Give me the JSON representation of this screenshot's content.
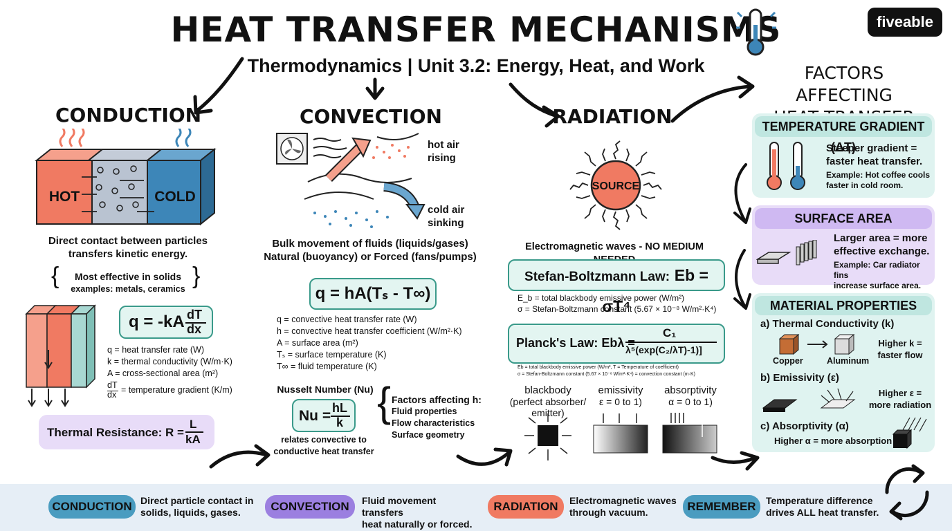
{
  "header": {
    "title": "HEAT TRANSFER MECHANISMS",
    "subtitle": "Thermodynamics | Unit 3.2: Energy, Heat, and Work",
    "logo": "fiveable"
  },
  "conduction": {
    "heading": "CONDUCTION",
    "hot_label": "HOT",
    "cold_label": "COLD",
    "desc": [
      "Direct contact between particles",
      "transfers kinetic energy."
    ],
    "note_main": "Most effective in solids",
    "note_sub": "examples: metals, ceramics",
    "formula": "q = -kA dT/dx",
    "formula_lhs": "q = -kA",
    "formula_num": "dT",
    "formula_den": "dx",
    "defs": [
      "q = heat transfer rate (W)",
      "k = thermal conductivity (W/m·K)",
      "A = cross-sectional area (m²)"
    ],
    "def_grad_num": "dT",
    "def_grad_den": "dx",
    "def_grad_text": "= temperature gradient (K/m)",
    "resistance_lhs": "Thermal Resistance: R =",
    "resistance_num": "L",
    "resistance_den": "kA"
  },
  "convection": {
    "heading": "CONVECTION",
    "hot_air": [
      "hot air",
      "rising"
    ],
    "cold_air": [
      "cold air",
      "sinking"
    ],
    "desc": [
      "Bulk movement of fluids (liquids/gases)",
      "Natural (buoyancy) or Forced (fans/pumps)"
    ],
    "formula": "q = hA(Tₛ - T∞)",
    "defs": [
      "q = convective heat transfer rate (W)",
      "h = convective heat transfer coefficient (W/m²·K)",
      "A = surface area (m²)",
      "Tₛ = surface temperature (K)",
      "T∞ = fluid temperature (K)"
    ],
    "nusselt_title": "Nusselt Number (Nu)",
    "nusselt_lhs": "Nu =",
    "nusselt_num": "hL",
    "nusselt_den": "k",
    "nusselt_desc": [
      "relates convective to",
      "conductive heat transfer"
    ],
    "factors_title": "Factors affecting h:",
    "factors": [
      "Fluid properties",
      "Flow characteristics",
      "Surface geometry"
    ]
  },
  "radiation": {
    "heading": "RADIATION",
    "source_label": "SOURCE",
    "desc": "Electromagnetic waves - NO MEDIUM NEEDED",
    "sb_law": "Stefan-Boltzmann Law: E_b = σT⁴",
    "sb_prefix": "Stefan-Boltzmann Law:",
    "sb_eq": "Eb = σT⁴",
    "sb_defs": [
      "E_b = total blackbody emissive power (W/m²)",
      "σ = Stefan-Boltzmann constant (5.67 × 10⁻⁸ W/m²·K⁴)"
    ],
    "planck_prefix": "Planck's Law: Ebλ =",
    "planck_num": "C₁",
    "planck_den": "λ⁵(exp(C₂/λT)-1)]",
    "planck_defs": [
      "Eb = total blackbody emissive power (W/m², T = Temperature of coefficient)",
      "σ = Stefan-Boltzmann constant (5.67 × 10⁻⁸ W/m²·K⁴) = convection constant (m·K)"
    ],
    "blackbody": [
      "blackbody",
      "(perfect absorber/",
      "emitter)"
    ],
    "emissivity": [
      "emissivity",
      "ε = 0 to 1)"
    ],
    "absorptivity": [
      "absorptivity",
      "α = 0 to 1)"
    ]
  },
  "factors": {
    "heading": [
      "FACTORS AFFECTING",
      "HEAT TRANSFER"
    ],
    "temperature_gradient": {
      "title": "TEMPERATURE GRADIENT (ΔT)",
      "main": [
        "Steeper gradient =",
        "faster heat transfer."
      ],
      "example": [
        "Example: Hot coffee cools",
        "faster in cold room."
      ]
    },
    "surface_area": {
      "title": "SURFACE AREA",
      "main": [
        "Larger area = more",
        "effective exchange."
      ],
      "example": [
        "Example: Car radiator fins",
        "increase surface area."
      ]
    },
    "material_properties": {
      "title": "MATERIAL PROPERTIES",
      "a_title": "a) Thermal Conductivity (k)",
      "copper": "Copper",
      "aluminum": "Aluminum",
      "a_note": [
        "Higher k =",
        "faster flow"
      ],
      "b_title": "b) Emissivity (ε)",
      "b_note": [
        "Higher ε =",
        "more radiation"
      ],
      "c_title": "c) Absorptivity (α)",
      "c_note": "Higher α = more absorption"
    }
  },
  "bottom": [
    {
      "label": "CONDUCTION",
      "desc": [
        "Direct particle contact in",
        "solids, liquids, gases."
      ],
      "color": "#4a9cc0"
    },
    {
      "label": "CONVECTION",
      "desc": [
        "Fluid movement transfers",
        "heat naturally or forced."
      ],
      "color": "#9b7fe0"
    },
    {
      "label": "RADIATION",
      "desc": [
        "Electromagnetic waves",
        "through vacuum."
      ],
      "color": "#f07a62"
    },
    {
      "label": "REMEMBER",
      "desc": [
        "Temperature difference",
        "drives ALL heat transfer."
      ],
      "color": "#4a9cc0"
    }
  ],
  "colors": {
    "hot": "#f07a62",
    "cold": "#3d86b8",
    "teal_panel": "#dff3f0",
    "purple_panel": "#e8dcf8",
    "teal_head": "#bfe6e0",
    "purple_head": "#cfb9f2",
    "formula_bg": "#e3f5f1",
    "formula_border": "#3a9a8a"
  }
}
